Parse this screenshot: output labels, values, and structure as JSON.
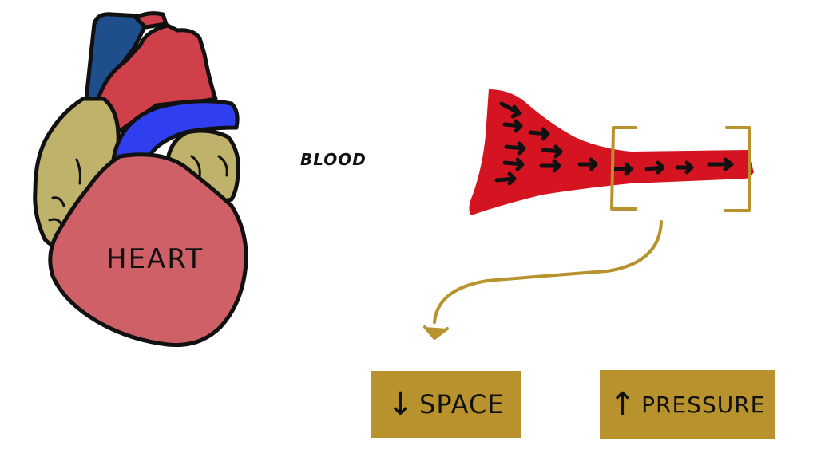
{
  "labels": {
    "heart": "HEART",
    "blood": "BLOOD"
  },
  "boxes": {
    "space": {
      "arrow": "↓",
      "label": "SPACE"
    },
    "pressure": {
      "arrow": "↑",
      "label": "PRESSURE"
    }
  },
  "colors": {
    "heart_body": "#d06068",
    "atrium_tan": "#bfb26a",
    "aorta_red": "#d0404a",
    "vein_blue": "#1f4e8c",
    "artery_blue": "#2f3ff0",
    "blood_red": "#d41420",
    "bracket_gold": "#b8932d",
    "box_gold": "#b8932d",
    "outline": "#111111"
  }
}
